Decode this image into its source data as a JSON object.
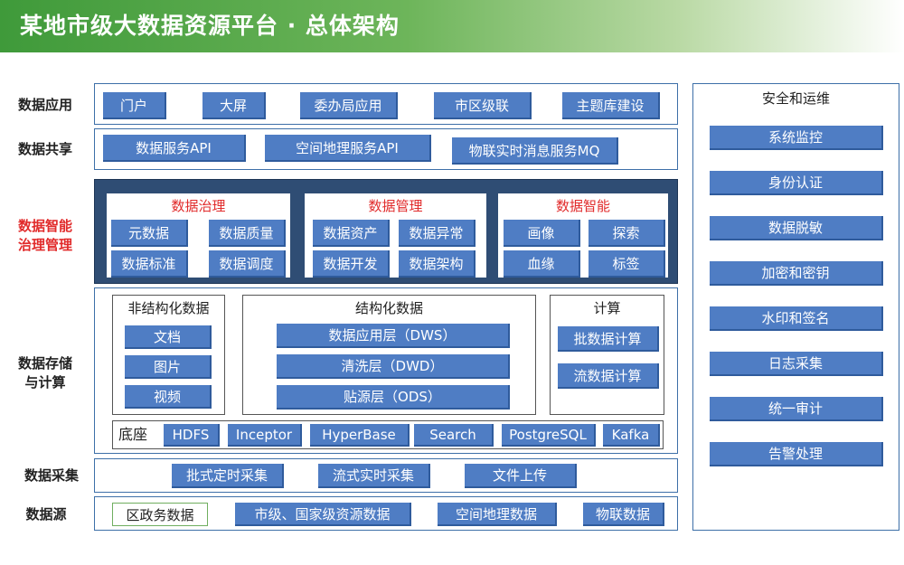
{
  "title": "某地市级大数据资源平台 · 总体架构",
  "rows": {
    "app": {
      "label": "数据应用",
      "items": [
        "门户",
        "大屏",
        "委办局应用",
        "市区级联",
        "主题库建设"
      ]
    },
    "share": {
      "label": "数据共享",
      "items": [
        "数据服务API",
        "空间地理服务API",
        "物联实时消息服务MQ"
      ]
    },
    "governance": {
      "label_line1": "数据智能",
      "label_line2": "治理管理",
      "panels": [
        {
          "title": "数据治理",
          "items": [
            "元数据",
            "数据质量",
            "数据标准",
            "数据调度"
          ]
        },
        {
          "title": "数据管理",
          "items": [
            "数据资产",
            "数据异常",
            "数据开发",
            "数据架构"
          ]
        },
        {
          "title": "数据智能",
          "items": [
            "画像",
            "探索",
            "血缘",
            "标签"
          ]
        }
      ]
    },
    "storage": {
      "label_line1": "数据存储",
      "label_line2": "与计算",
      "unstructured": {
        "title": "非结构化数据",
        "items": [
          "文档",
          "图片",
          "视频"
        ]
      },
      "structured": {
        "title": "结构化数据",
        "items": [
          "数据应用层（DWS）",
          "清洗层（DWD）",
          "贴源层（ODS）"
        ]
      },
      "compute": {
        "title": "计算",
        "items": [
          "批数据计算",
          "流数据计算"
        ]
      },
      "base": {
        "label": "底座",
        "items": [
          "HDFS",
          "Inceptor",
          "HyperBase",
          "Search",
          "PostgreSQL",
          "Kafka"
        ]
      }
    },
    "collect": {
      "label": "数据采集",
      "items": [
        "批式定时采集",
        "流式实时采集",
        "文件上传"
      ]
    },
    "source": {
      "label": "数据源",
      "items": [
        "区政务数据",
        "市级、国家级资源数据",
        "空间地理数据",
        "物联数据"
      ]
    }
  },
  "security": {
    "title": "安全和运维",
    "items": [
      "系统监控",
      "身份认证",
      "数据脱敏",
      "加密和密钥",
      "水印和签名",
      "日志采集",
      "统一审计",
      "告警处理"
    ]
  }
}
